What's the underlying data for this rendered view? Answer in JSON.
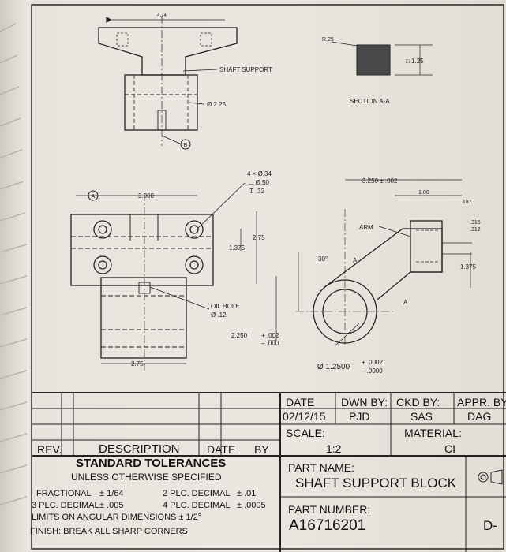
{
  "views": {
    "top_width": "4.74",
    "shaft_support": "SHAFT SUPPORT",
    "diameter_225": "Ø 2.25",
    "datum_b": "B",
    "datum_a": "A",
    "hole_callout_1": "4 × Ø.34",
    "hole_callout_2": "⌴ Ø.50",
    "hole_callout_3": "↧ .32",
    "dim_3000": "3.000",
    "dim_275_v": "2.75",
    "dim_1375_v": "1.375",
    "oil_hole_1": "OIL HOLE",
    "oil_hole_2": "Ø .12",
    "dim_2250": "2.250",
    "dim_2250_tol_plus": "+ .002",
    "dim_2250_tol_minus": "– .000",
    "dim_275_h": "2.75",
    "radius": "R.25",
    "square": "□ 1.25",
    "section_label": "SECTION A-A",
    "dim_3250": "3.250 ± .002",
    "dim_100": "1.00",
    "dim_187": ".187",
    "dim_315": ".315",
    "dim_312": ".312",
    "arm": "ARM",
    "angle_30": "30°",
    "section_marker": "A",
    "dim_1375_arm": "1.375",
    "dim_12500": "Ø 1.2500",
    "dim_12500_plus": "+ .0002",
    "dim_12500_minus": "– .0000"
  },
  "title_block": {
    "rev_header": "REV.",
    "description_header": "DESCRIPTION",
    "date_header": "DATE",
    "by_header": "BY",
    "date_label": "DATE",
    "date_value": "02/12/15",
    "drawn_by_label": "DWN BY:",
    "drawn_by_value": "PJD",
    "checked_by_label": "CKD BY:",
    "checked_by_value": "SAS",
    "approved_by_label": "APPR. BY",
    "approved_by_value": "DAG",
    "scale_label": "SCALE:",
    "scale_value": "1:2",
    "material_label": "MATERIAL:",
    "material_value": "CI",
    "part_name_label": "PART NAME:",
    "part_name_value": "SHAFT SUPPORT BLOCK",
    "part_number_label": "PART NUMBER:",
    "part_number_value": "A16716201",
    "sheet_size": "D-"
  },
  "tolerances": {
    "title": "STANDARD TOLERANCES",
    "subtitle": "UNLESS OTHERWISE SPECIFIED",
    "fractional_label": "FRACTIONAL",
    "fractional_value": "± 1/64",
    "two_plc_label": "2 PLC. DECIMAL",
    "two_plc_value": "± .01",
    "three_plc_label": "3 PLC. DECIMAL",
    "three_plc_value": "± .005",
    "four_plc_label": "4 PLC. DECIMAL",
    "four_plc_value": "± .0005",
    "angular": "LIMITS ON ANGULAR DIMENSIONS ± 1/2°",
    "finish": "FINISH: BREAK ALL SHARP CORNERS"
  }
}
